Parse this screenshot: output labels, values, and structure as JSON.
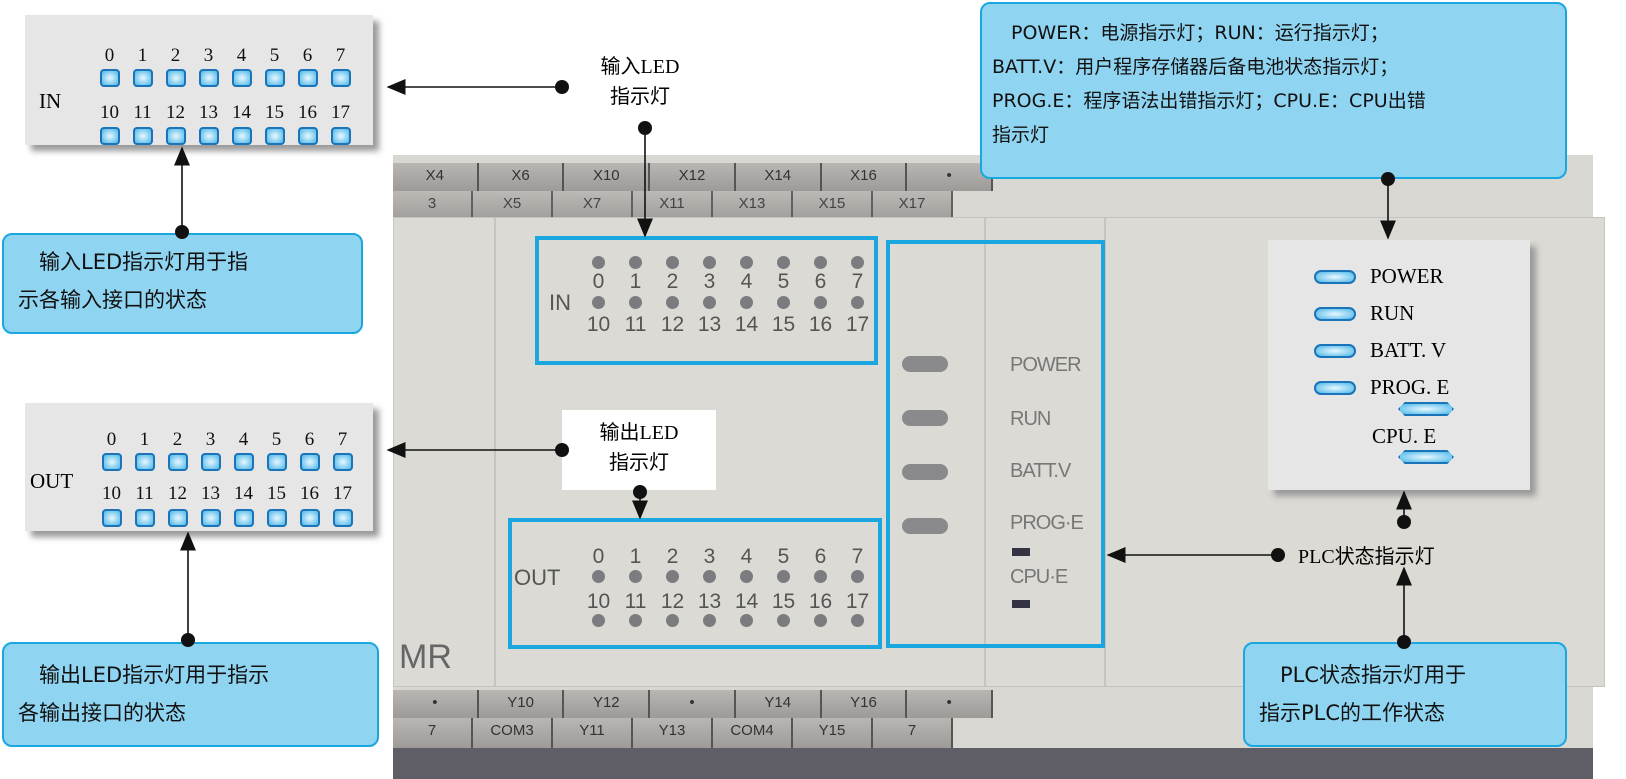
{
  "plc_photo": {
    "top_terminals_row1": [
      "X4",
      "X6",
      "X10",
      "X12",
      "X14",
      "X16",
      "•"
    ],
    "top_terminals_row2": [
      "3",
      "X5",
      "X7",
      "X11",
      "X13",
      "X15",
      "X17"
    ],
    "bottom_terminals_row1": [
      "•",
      "Y10",
      "Y12",
      "•",
      "Y14",
      "Y16",
      "•"
    ],
    "bottom_terminals_row2": [
      "7",
      "COM3",
      "Y11",
      "Y13",
      "COM4",
      "Y15",
      "7"
    ],
    "model_suffix": "MR",
    "in_label": "IN",
    "out_label": "OUT",
    "top_numbers": [
      "0",
      "1",
      "2",
      "3",
      "4",
      "5",
      "6",
      "7"
    ],
    "bottom_numbers": [
      "10",
      "11",
      "12",
      "13",
      "14",
      "15",
      "16",
      "17"
    ],
    "status_labels": [
      "POWER",
      "RUN",
      "BATT.V",
      "PROG·E",
      "CPU·E"
    ]
  },
  "in_panel": {
    "label": "IN",
    "top_numbers": [
      "0",
      "1",
      "2",
      "3",
      "4",
      "5",
      "6",
      "7"
    ],
    "bottom_numbers": [
      "10",
      "11",
      "12",
      "13",
      "14",
      "15",
      "16",
      "17"
    ]
  },
  "out_panel": {
    "label": "OUT",
    "top_numbers": [
      "0",
      "1",
      "2",
      "3",
      "4",
      "5",
      "6",
      "7"
    ],
    "bottom_numbers": [
      "10",
      "11",
      "12",
      "13",
      "14",
      "15",
      "16",
      "17"
    ]
  },
  "status_panel": {
    "items": [
      "POWER",
      "RUN",
      "BATT. V",
      "PROG. E",
      "CPU. E"
    ]
  },
  "labels": {
    "input_led": [
      "输入LED",
      "指示灯"
    ],
    "output_led": [
      "输出LED",
      "指示灯"
    ],
    "plc_status": "PLC状态指示灯"
  },
  "callouts": {
    "input": [
      "　输入LED指示灯用于指",
      "示各输入接口的状态"
    ],
    "output": [
      "　输出LED指示灯用于指示",
      "各输出接口的状态"
    ],
    "status": [
      "　PLC状态指示灯用于",
      "指示PLC的工作状态"
    ],
    "legend": [
      "　POWER：电源指示灯；RUN：运行指示灯；",
      "BATT.V：用户程序存储器后备电池状态指示灯；",
      "PROG.E：程序语法出错指示灯；CPU.E：CPU出错",
      "指示灯"
    ]
  },
  "colors": {
    "accent": "#1aa7e0",
    "callout_bg": "#8fd4f1"
  }
}
